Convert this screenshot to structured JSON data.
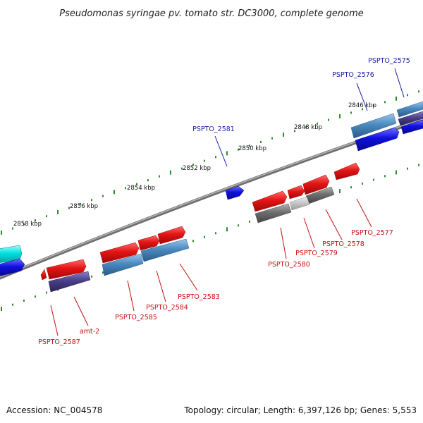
{
  "title": "Pseudomonas syringae pv. tomato str. DC3000, complete genome",
  "footer": {
    "accession": "Accession: NC_004578",
    "summary": "Topology: circular; Length: 6,397,126 bp; Genes: 5,553"
  },
  "colors": {
    "backbone": "#8c8c8c",
    "tick": "#2e8b2e",
    "label_blue": "#1a1aa8",
    "label_red": "#c41010",
    "red_feature": "#e41414",
    "blue_feature": "#1010e0",
    "steel_feature": "#4a8ac0",
    "purple_feature": "#4a3f8a",
    "grey_feature": "#6e6e6e",
    "cyan_feature": "#00e0e0"
  },
  "scale": {
    "tick_labels": [
      "2846 kbp",
      "2848 kbp",
      "2850 kbp",
      "2852 kbp",
      "2854 kbp",
      "2856 kbp",
      "2858 kbp"
    ]
  },
  "gene_labels": {
    "top": [
      "PSPTO_2575",
      "PSPTO_2576",
      "PSPTO_2581"
    ],
    "bottom": [
      "PSPTO_2577",
      "PSPTO_2578",
      "PSPTO_2579",
      "PSPTO_2580",
      "PSPTO_2583",
      "PSPTO_2584",
      "PSPTO_2585",
      "amt-2",
      "PSPTO_2587"
    ]
  }
}
